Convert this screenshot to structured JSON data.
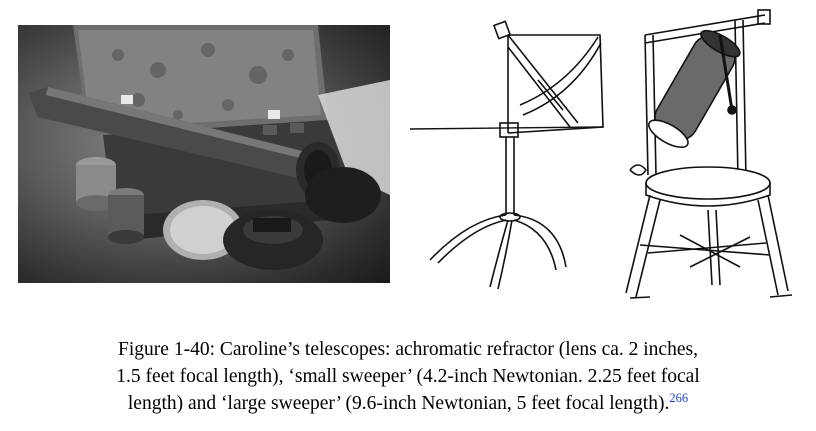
{
  "figure": {
    "caption": {
      "line1": "Figure 1-40: Caroline’s telescopes: achromatic refractor (lens ca. 2 inches,",
      "line2": "1.5 feet focal length), ‘small sweeper’ (4.2-inch Newtonian. 2.25 feet focal",
      "line3": "length) and ‘large sweeper’ (9.6-inch Newtonian, 5 feet focal length).",
      "footnote_ref": "266",
      "footnote_color": "#1f3fd1"
    }
  }
}
